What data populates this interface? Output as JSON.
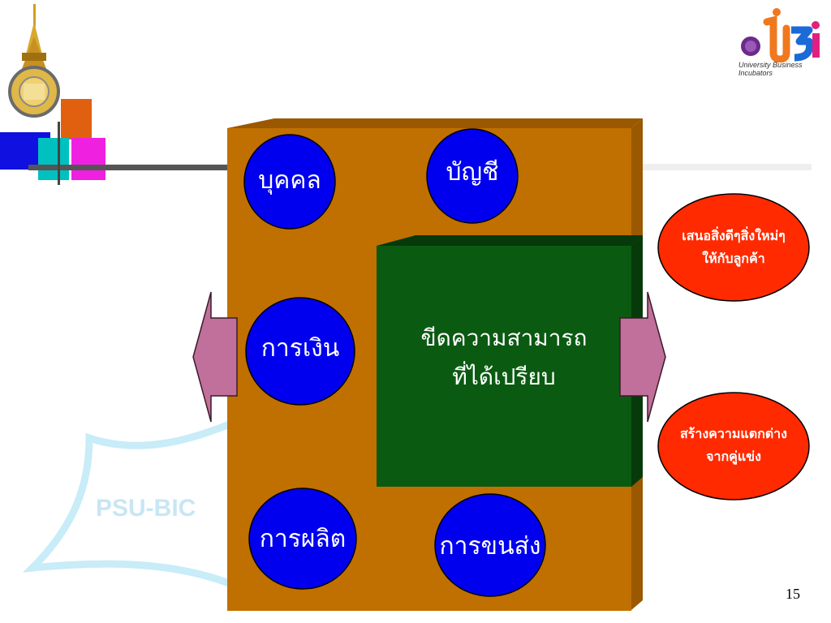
{
  "slide": {
    "watermark": "PSU-BIC",
    "logo_ubi": {
      "mark": "UBi",
      "caption": "University Business\nIncubators"
    },
    "page_number": "15"
  },
  "diagram": {
    "top_left": "บุคคล",
    "top_right": "บัญชี",
    "middle_left": "การเงิน",
    "bottom_left": "การผลิต",
    "bottom_right": "การขนส่ง",
    "core_line1": "ขีดความสามารถ",
    "core_line2": "ที่ได้เปรียบ",
    "outcome1": "เสนอสิ่งดีๆสิ่งใหม่ๆ\nให้กับลูกค้า",
    "outcome2": "สร้างความแตกต่าง\nจากคู่แข่ง"
  },
  "colors": {
    "box": "#c07000",
    "box_top": "#9a5800",
    "core": "#0b5a12",
    "circle": "#0000ee",
    "outcome": "#ff2a00",
    "arrow": "#c0709a"
  }
}
